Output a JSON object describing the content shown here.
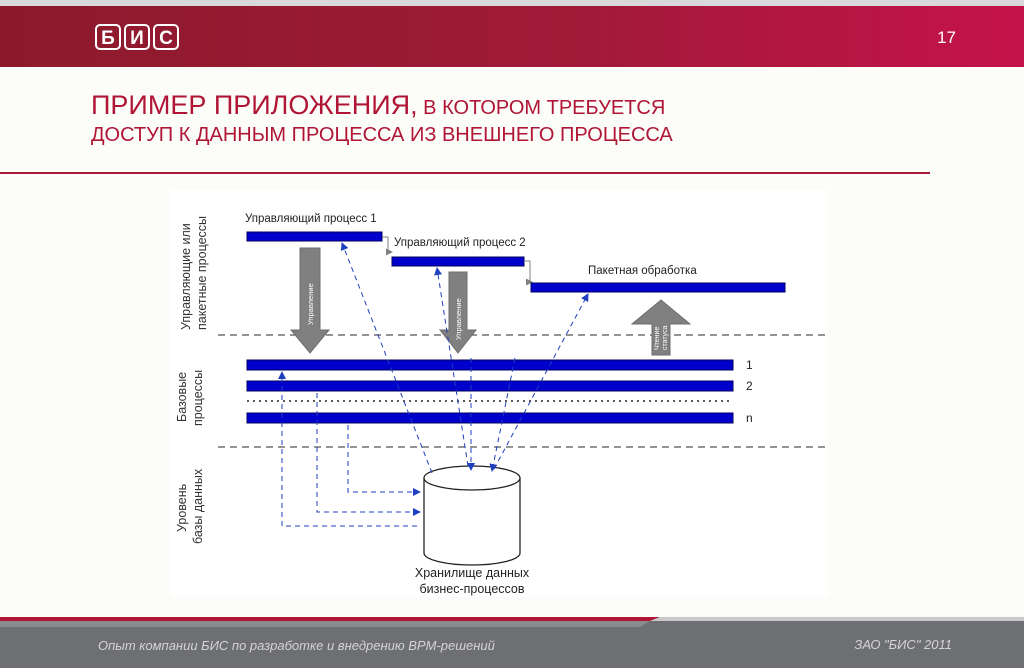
{
  "header": {
    "logo_letters": [
      "Б",
      "И",
      "С"
    ],
    "page_number": "17"
  },
  "title": {
    "part1": "ПРИМЕР ПРИЛОЖЕНИЯ,",
    "part2": " В КОТОРОМ ТРЕБУЕТСЯ",
    "line2": "ДОСТУП К ДАННЫМ ПРОЦЕССА ИЗ ВНЕШНЕГО ПРОЦЕССА"
  },
  "diagram": {
    "zone_labels": {
      "control": [
        "Управляющие или",
        "пакетные процессы"
      ],
      "base": [
        "Базовые",
        "процессы"
      ],
      "db": [
        "Уровень",
        "базы данных"
      ]
    },
    "process_labels": {
      "p1": "Управляющий процесс 1",
      "p2": "Управляющий процесс 2",
      "batch": "Пакетная обработка"
    },
    "arrow_labels": {
      "control1": "Управление",
      "control2": "Управление",
      "status": [
        "Чтение",
        "статуса"
      ]
    },
    "base_labels": {
      "b1": "1",
      "b2": "2",
      "bn": "n"
    },
    "storage_label": [
      "Хранилище данных",
      "бизнес-процессов"
    ],
    "colors": {
      "bar": "#0000cc",
      "arrow": "#808080",
      "dashed": "#1f3fbf"
    }
  },
  "footer": {
    "left": "Опыт компании БИС по разработке и внедрению BPM-решений",
    "right": "ЗАО \"БИС\" 2011"
  }
}
